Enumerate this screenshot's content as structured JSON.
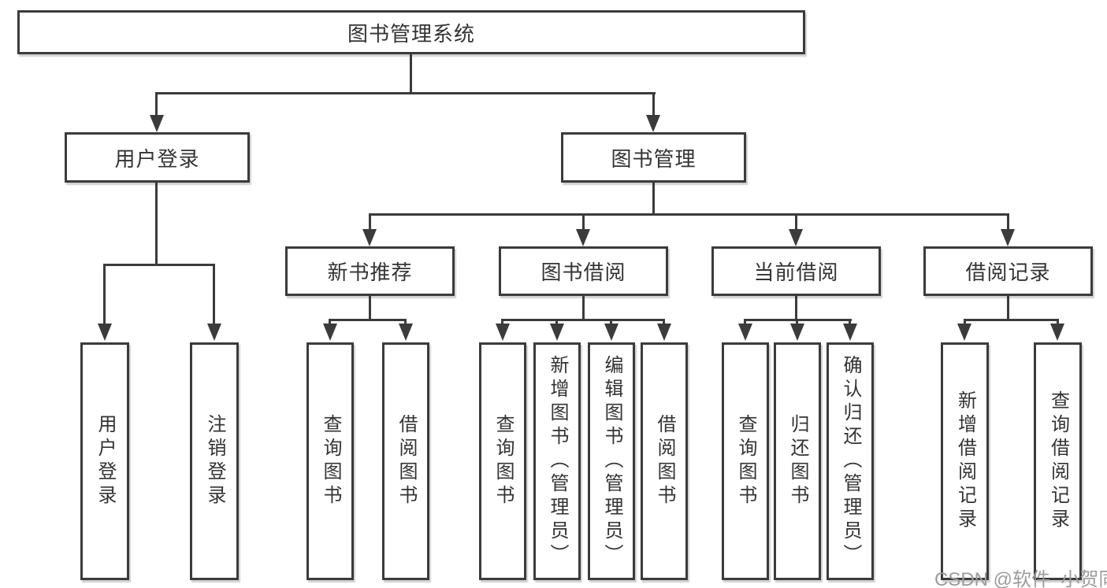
{
  "colors": {
    "line": "#3b3b3b",
    "box_border": "#3b3b3b",
    "text": "#333333",
    "watermark": "#9c9c9c",
    "background": "#ffffff"
  },
  "tree": {
    "root": {
      "label": "图书管理系统",
      "children": [
        {
          "label": "用户登录",
          "children": [
            {
              "label": "用户登录"
            },
            {
              "label": "注销登录"
            }
          ]
        },
        {
          "label": "图书管理",
          "children": [
            {
              "label": "新书推荐",
              "children": [
                {
                  "label": "查询图书"
                },
                {
                  "label": "借阅图书"
                }
              ]
            },
            {
              "label": "图书借阅",
              "children": [
                {
                  "label": "查询图书"
                },
                {
                  "label": "新增图书（管理员）"
                },
                {
                  "label": "编辑图书（管理员）"
                },
                {
                  "label": "借阅图书"
                }
              ]
            },
            {
              "label": "当前借阅",
              "children": [
                {
                  "label": "查询图书"
                },
                {
                  "label": "归还图书"
                },
                {
                  "label": "确认归还（管理员）"
                }
              ]
            },
            {
              "label": "借阅记录",
              "children": [
                {
                  "label": "新增借阅记录"
                },
                {
                  "label": "查询借阅记录"
                }
              ]
            }
          ]
        }
      ]
    }
  },
  "watermark": {
    "text": "CSDN @软件_小贺同学"
  }
}
